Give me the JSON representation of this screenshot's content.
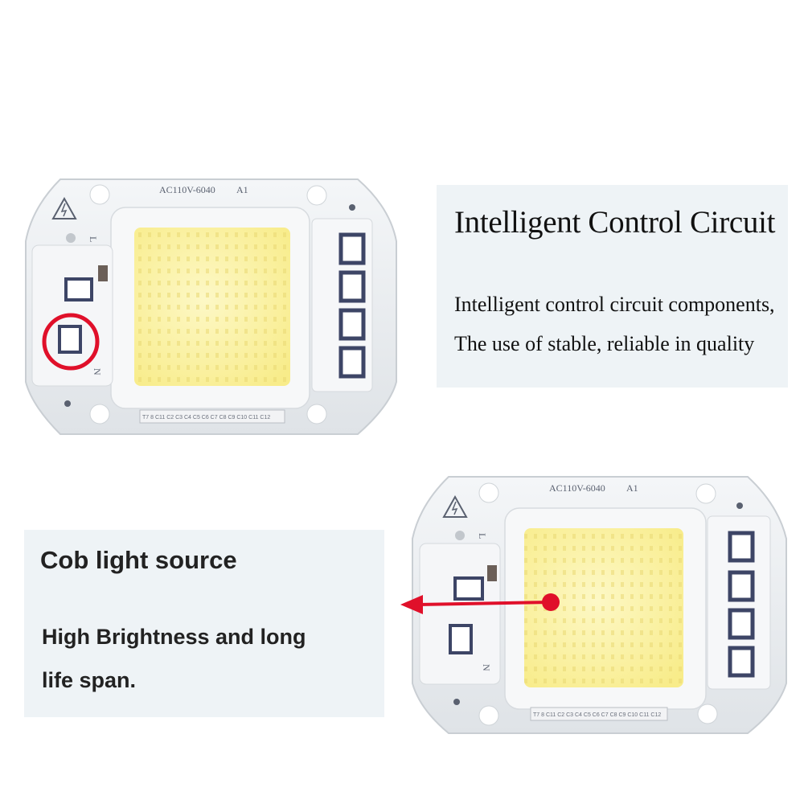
{
  "board": {
    "model_label": "AC110V-6040",
    "revision_label": "A1",
    "pin_l_label": "L",
    "pin_n_label": "N",
    "connector_label": "T7 8 C11 C2 C3 C4 C5 C6 C7 C8 C9 C10 C11 C12"
  },
  "top_panel": {
    "title": "Intelligent Control Circuit",
    "line1": "Intelligent control circuit components,",
    "line2": "The use of stable, reliable in quality"
  },
  "bottom_panel": {
    "title": "Cob light source",
    "line1": "High Brightness and  long",
    "line2": "life span."
  },
  "colors": {
    "board": "#eaedf0",
    "pad": "#3d4566",
    "led": "#fbf3a2",
    "highlight": "#e0102a"
  }
}
